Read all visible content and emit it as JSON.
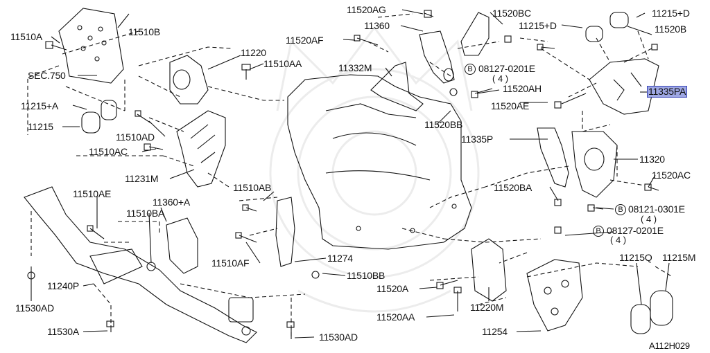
{
  "labels": {
    "p11510A": "11510A",
    "p11510B": "11510B",
    "sec750": "SEC.750",
    "p11220": "11220",
    "p11510AA": "11510AA",
    "p11215A": "11215+A",
    "p11215": "11215",
    "p11510AD": "11510AD",
    "p11510AC": "11510AC",
    "p11231M": "11231M",
    "p11510AB": "11510AB",
    "p11520AG": "11520AG",
    "p11360": "11360",
    "p11520AF": "11520AF",
    "p11332M": "11332M",
    "p11520BC": "11520BC",
    "b08127a": "08127-0201E",
    "b08127a_qty": "( 4 )",
    "p11520AH": "11520AH",
    "p11520BB": "11520BB",
    "p11215D_top": "11215+D",
    "p11215D_mid": "11215+D",
    "p11520B": "11520B",
    "p11335PA": "11335PA",
    "p11520AE": "11520AE",
    "p11335P": "11335P",
    "p11320": "11320",
    "p11520AC": "11520AC",
    "p11520BA": "11520BA",
    "b08121": "08121-0301E",
    "b08121_qty": "( 4 )",
    "b08127b": "08127-0201E",
    "b08127b_qty": "( 4 )",
    "p11510AE": "11510AE",
    "p11360A": "11360+A",
    "p11510BA": "11510BA",
    "p11510AF": "11510AF",
    "p11274": "11274",
    "p11510BB": "11510BB",
    "p11520A": "11520A",
    "p11520AA": "11520AA",
    "p11220M": "11220M",
    "p11240P": "11240P",
    "p11530AD_left": "11530AD",
    "p11530A": "11530A",
    "p11530AD_bottom": "11530AD",
    "p11254": "11254",
    "p11215Q": "11215Q",
    "p11215M": "11215M",
    "diagram_id": "A112H029"
  },
  "bolt_marker": "B",
  "colors": {
    "line": "#111111",
    "highlight_fill": "#9ea7e3",
    "highlight_border": "#3a46b8",
    "watermark": "#ececec"
  }
}
